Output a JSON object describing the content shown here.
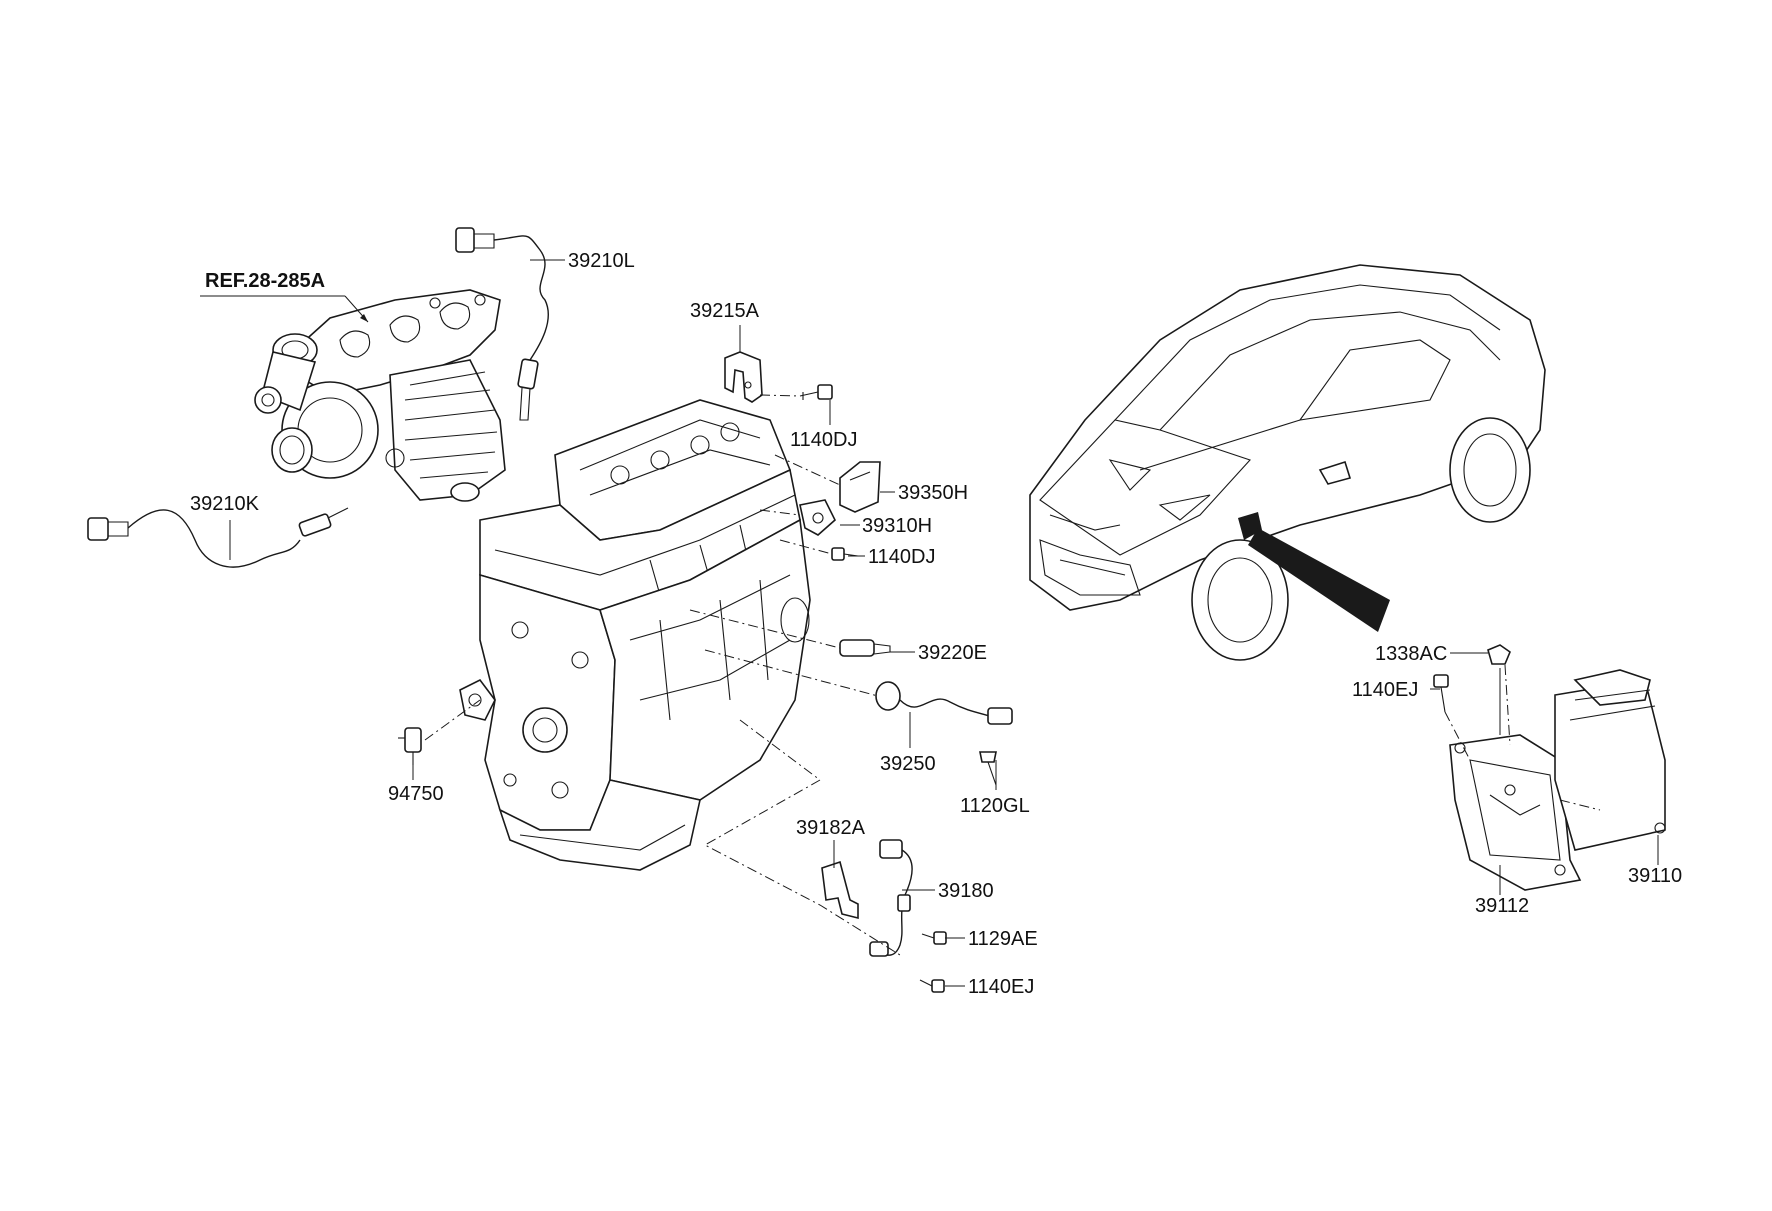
{
  "reference": {
    "text": "REF.28-285A"
  },
  "parts": [
    {
      "number": "39210L"
    },
    {
      "number": "39210K"
    },
    {
      "number": "39215A"
    },
    {
      "number": "1140DJ"
    },
    {
      "number": "39350H"
    },
    {
      "number": "39310H"
    },
    {
      "number": "1140DJ"
    },
    {
      "number": "39220E"
    },
    {
      "number": "39250"
    },
    {
      "number": "1120GL"
    },
    {
      "number": "94750"
    },
    {
      "number": "39182A"
    },
    {
      "number": "39180"
    },
    {
      "number": "1129AE"
    },
    {
      "number": "1140EJ"
    },
    {
      "number": "1338AC"
    },
    {
      "number": "1140EJ"
    },
    {
      "number": "39112"
    },
    {
      "number": "39110"
    }
  ]
}
